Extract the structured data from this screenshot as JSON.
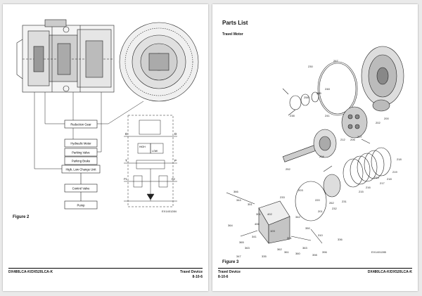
{
  "left_page": {
    "diagram_labels": {
      "reduction_gear": "Reduction Gear",
      "hydraulic_motor": "Hydraulic Motor",
      "parking_valve": "Parking Valve",
      "parking_brake": "Parking Brake",
      "high_low_change_unit": "High, Low Change Unit",
      "control_valve": "Control Valve",
      "pump": "Pump"
    },
    "schematic_labels": {
      "d_left": "D",
      "d_right": "D",
      "high": "HIGH",
      "low": "LOW",
      "t": "T",
      "p": "P",
      "p1": "P1",
      "p2": "P2"
    },
    "figure_label": "Figure 2",
    "figure_ref": "EX1401284",
    "footer_model": "DX480LCA-K/DX520LCA-K",
    "footer_section": "Travel Device",
    "footer_page": "8-10-6"
  },
  "right_page": {
    "title": "Parts List",
    "subtitle": "Travel Motor",
    "part_numbers": [
      "267",
      "230",
      "248",
      "249",
      "258",
      "238",
      "241",
      "200",
      "252",
      "204",
      "212",
      "206",
      "207",
      "202",
      "218",
      "219",
      "214",
      "218",
      "217",
      "216",
      "215",
      "231",
      "232",
      "262",
      "201",
      "220",
      "203",
      "233",
      "366",
      "344",
      "351",
      "301",
      "402",
      "406",
      "103",
      "342",
      "350",
      "364",
      "301",
      "365",
      "363",
      "362",
      "361",
      "360",
      "363",
      "398",
      "396",
      "336",
      "341",
      "335",
      "310",
      "347"
    ],
    "figure_label": "Figure 3",
    "figure_ref": "EX1401285",
    "footer_section": "Travel Device",
    "footer_page": "8-10-6",
    "footer_model": "DX480LCA-K/DX520LCA-K"
  }
}
